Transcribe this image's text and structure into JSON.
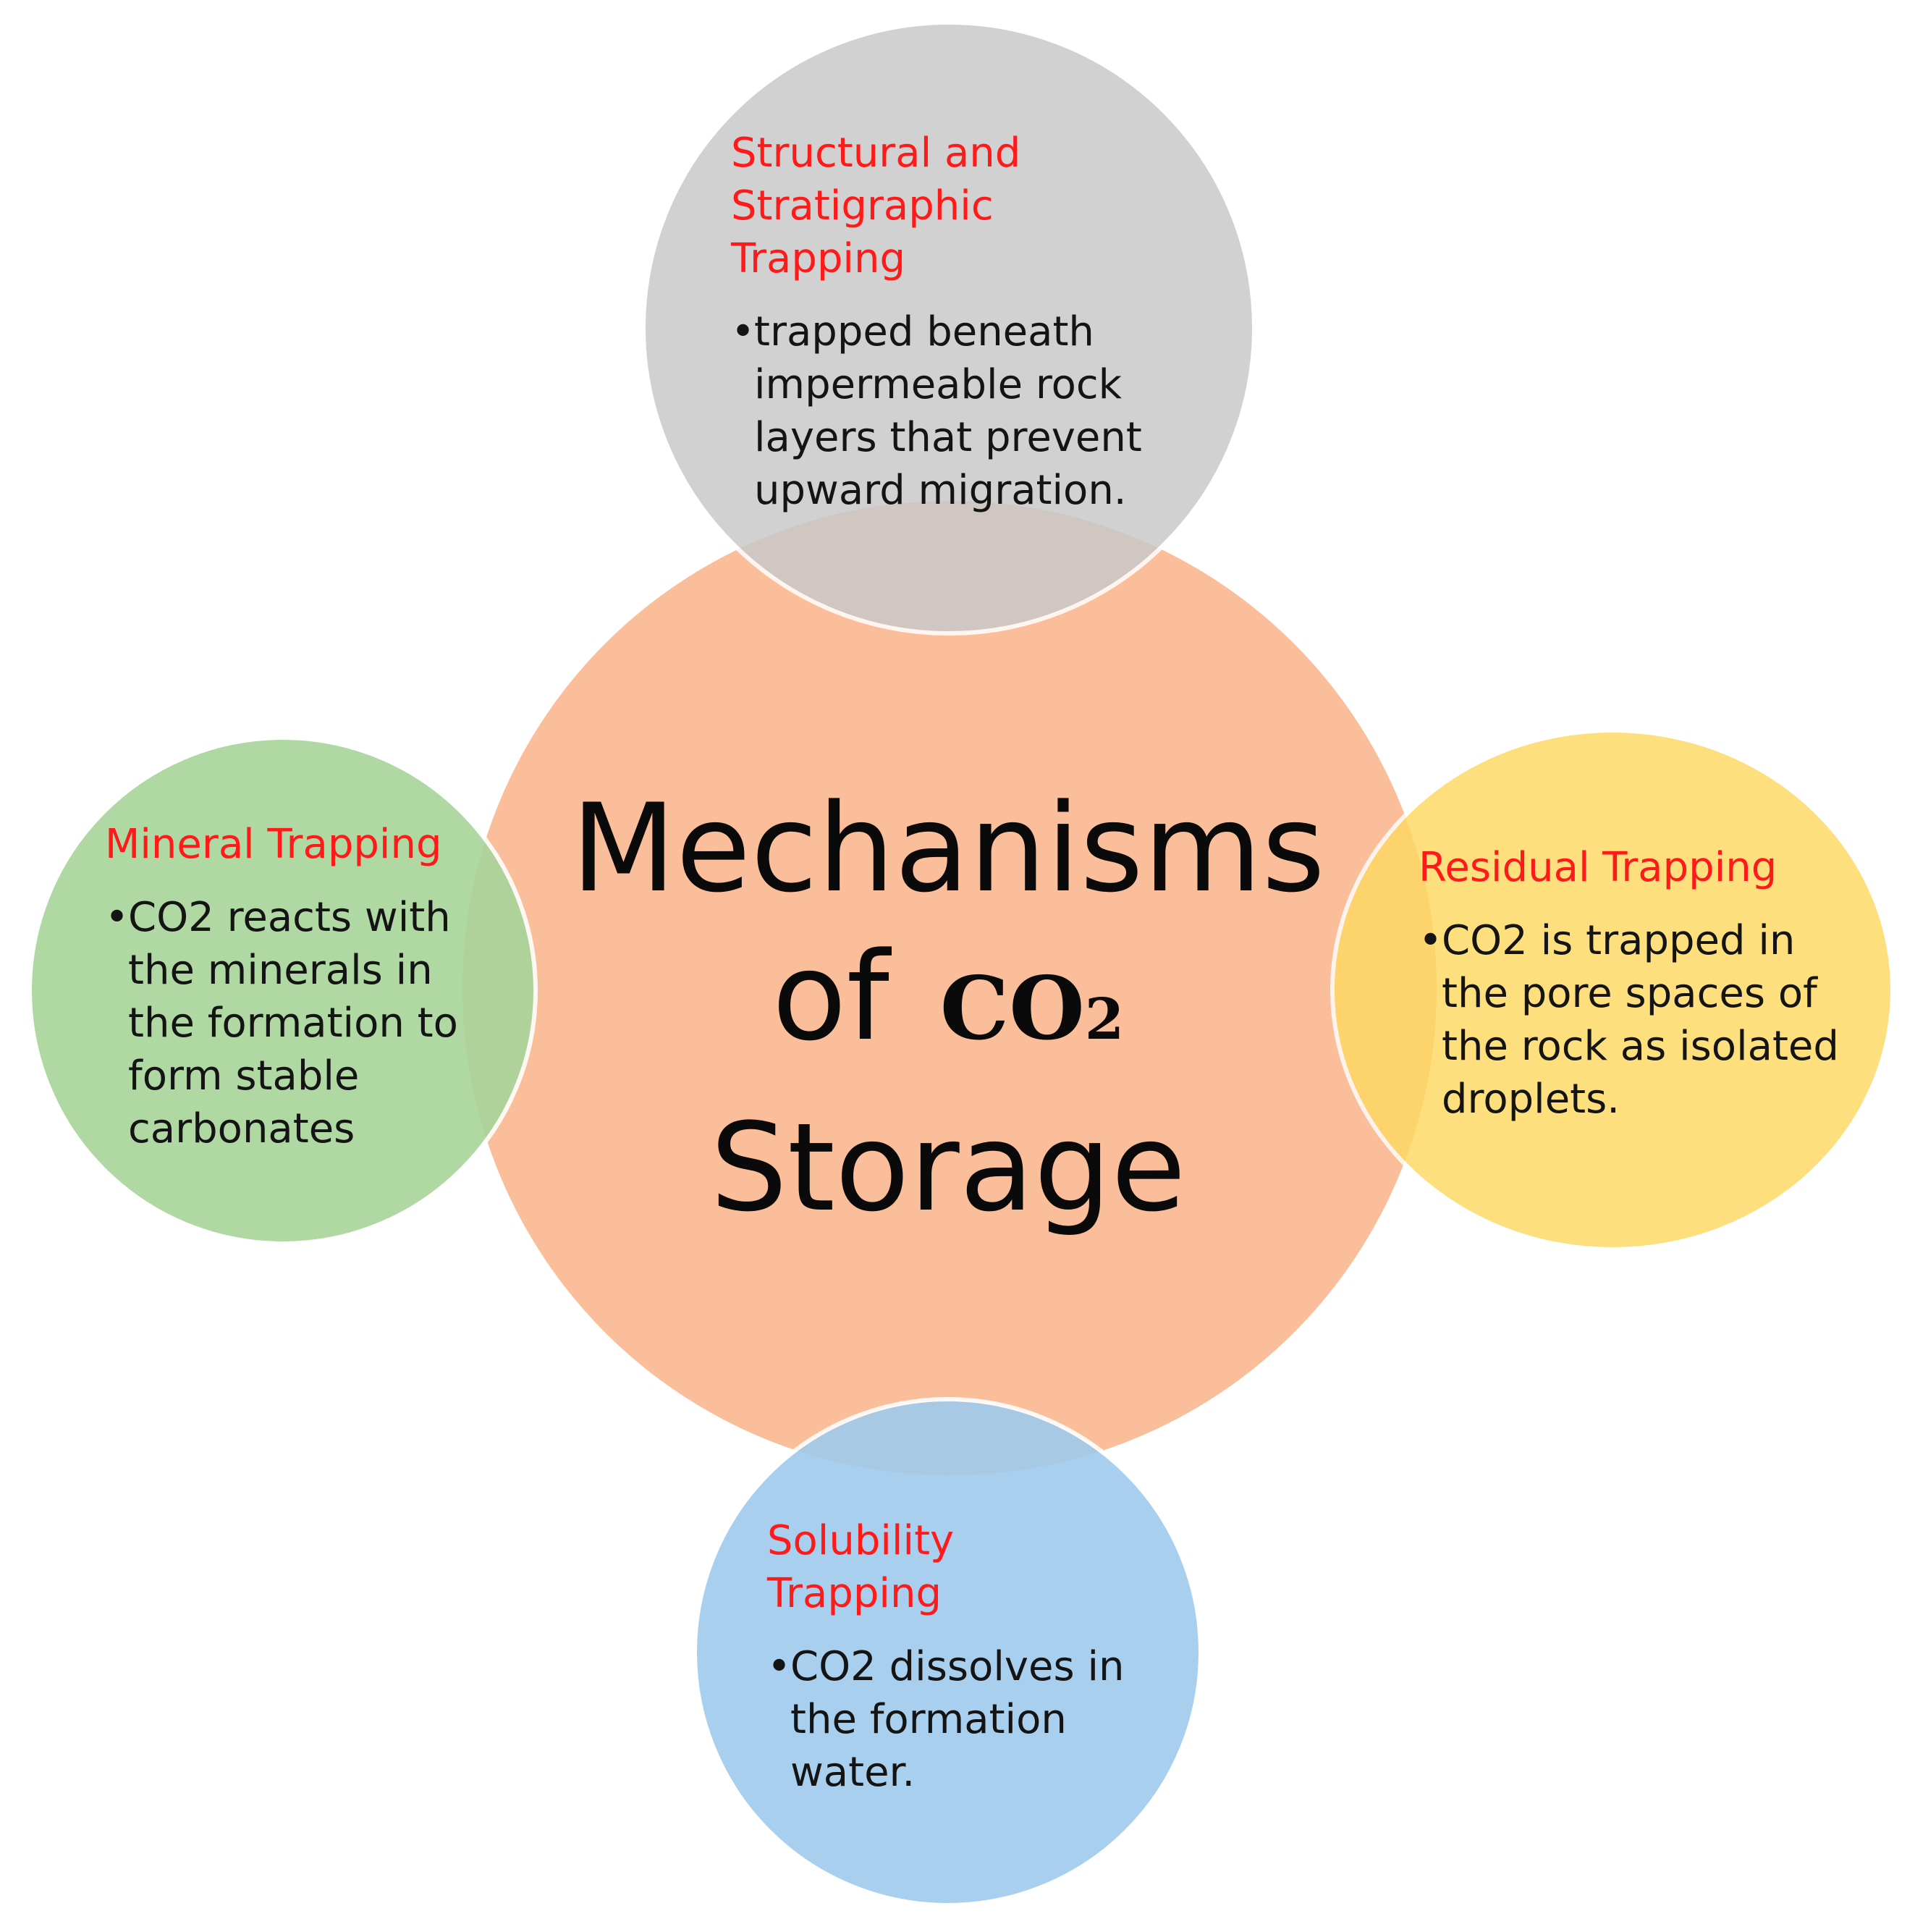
{
  "title": {
    "line1": "Mechanisms",
    "line2_prefix": "of",
    "formula_main": "CO",
    "formula_subscript": "2",
    "line3": "Storage"
  },
  "mechanisms": {
    "top": {
      "heading": "Structural and\nStratigraphic\nTrapping",
      "description": "trapped beneath impermeable rock layers that prevent upward migration.",
      "color": "#c9c9c9"
    },
    "left": {
      "heading": "Mineral Trapping",
      "description": "CO2 reacts with the minerals in the formation to form stable carbonates",
      "color": "#a7d49a"
    },
    "right": {
      "heading": "Residual Trapping",
      "description": "CO2 is trapped in the pore spaces of the rock as isolated droplets.",
      "color": "#fed861"
    },
    "bottom": {
      "heading": "Solubility\nTrapping",
      "description": "CO2 dissolves in the formation water.",
      "color": "#9fcbed"
    }
  },
  "colors": {
    "center": "#fabe9a",
    "heading_text": "#ff1a1a",
    "body_text": "#141414"
  }
}
